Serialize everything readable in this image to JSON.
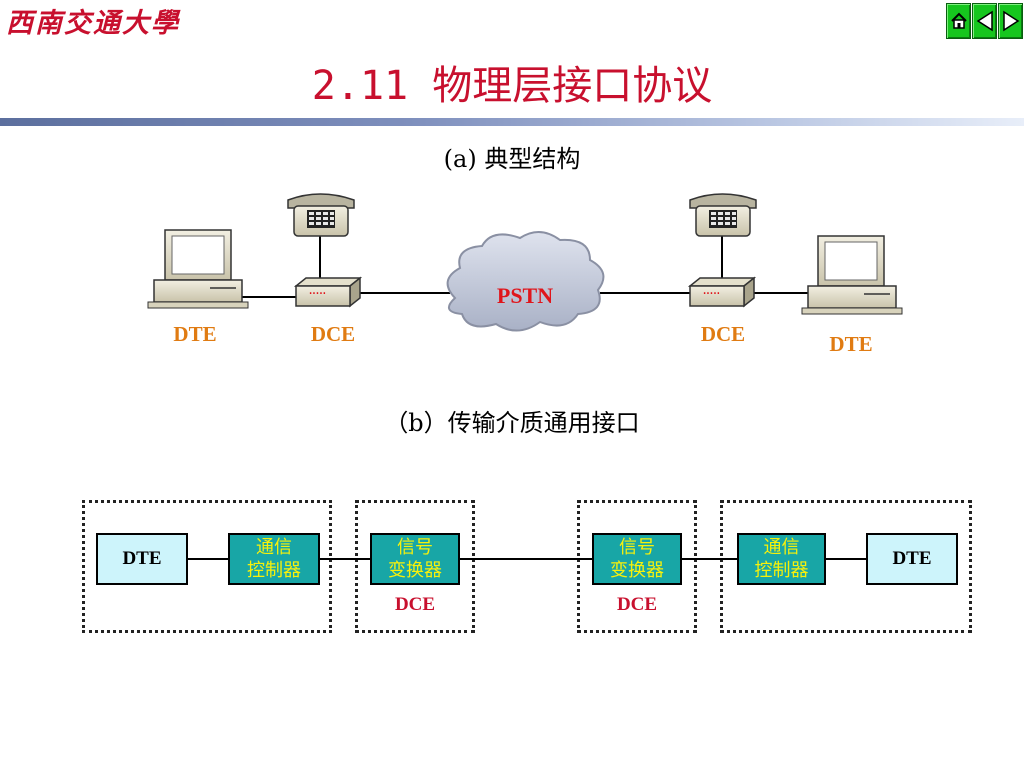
{
  "header": {
    "logo_text": "西南交通大學",
    "title": "2.11 物理层接口协议",
    "nav": {
      "home_icon": "home-icon",
      "prev_icon": "triangle-left-icon",
      "next_icon": "triangle-right-icon"
    }
  },
  "section_a": {
    "caption": "(a) 典型结构",
    "labels": {
      "dte_left": "DTE",
      "dce_left": "DCE",
      "network": "PSTN",
      "dce_right": "DCE",
      "dte_right": "DTE"
    },
    "modem_lights": "·····"
  },
  "section_b": {
    "caption": "（b）传输介质通用接口",
    "boxes": {
      "dte_left": "DTE",
      "controller_left": [
        "通信",
        "控制器"
      ],
      "converter_left": [
        "信号",
        "变换器"
      ],
      "converter_right": [
        "信号",
        "变换器"
      ],
      "controller_right": [
        "通信",
        "控制器"
      ],
      "dte_right": "DTE"
    },
    "group_labels": {
      "dce_left": "DCE",
      "dce_right": "DCE"
    }
  },
  "colors": {
    "title_red": "#c8102e",
    "label_orange": "#e07b12",
    "converter_teal": "#18a6a6",
    "converter_text_yellow": "#f7f10b",
    "dte_box_fill": "#cdf4fb",
    "nav_green": "#16c61e"
  }
}
